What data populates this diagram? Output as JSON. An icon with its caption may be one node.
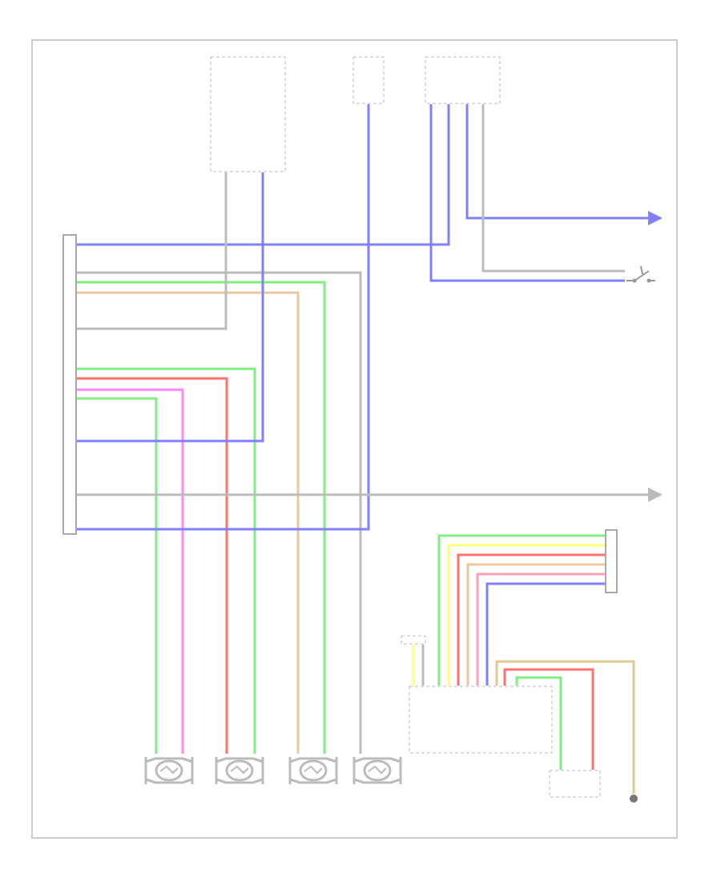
{
  "diagram": {
    "nodes": [
      {
        "text": [],
        "shape": "bar"
      },
      {
        "text": [],
        "shape": "box"
      },
      {
        "text": [],
        "shape": "box"
      },
      {
        "text": [],
        "shape": "box"
      },
      {
        "text": [],
        "shape": "switch"
      },
      {
        "text": [],
        "shape": "picture"
      },
      {
        "text": [],
        "shape": "picture"
      },
      {
        "text": [],
        "shape": "picture"
      },
      {
        "text": [],
        "shape": "picture"
      },
      {
        "text": [],
        "shape": "box"
      },
      {
        "text": [],
        "shape": "bar"
      },
      {
        "text": [],
        "shape": "box"
      },
      {
        "text": [],
        "shape": "circle"
      },
      {
        "text": [],
        "shape": "box"
      }
    ],
    "edges": [
      {
        "from": 0,
        "to": 5,
        "arrow": "none",
        "color": "#80ee80"
      },
      {
        "from": 0,
        "to": 5,
        "arrow": "none",
        "color": "#ff88ff"
      },
      {
        "from": 0,
        "to": 6,
        "arrow": "none",
        "color": "#ff7070"
      },
      {
        "from": 0,
        "to": 6,
        "arrow": "none",
        "color": "#80ee80"
      },
      {
        "from": 0,
        "to": 7,
        "arrow": "none",
        "color": "#e8c8a0"
      },
      {
        "from": 0,
        "to": 7,
        "arrow": "none",
        "color": "#80ee80"
      },
      {
        "from": 0,
        "to": 8,
        "arrow": "none",
        "color": "#bbbbbb"
      },
      {
        "from": 0,
        "to": 2,
        "arrow": "none",
        "color": "#8080ff"
      },
      {
        "from": 0,
        "to": 1,
        "arrow": "none",
        "color": "#8080ff"
      },
      {
        "from": 0,
        "to": 3,
        "arrow": "none",
        "color": "#8080ff"
      },
      {
        "from": 3,
        "to": null,
        "arrow": "to",
        "color": "#8080ff"
      },
      {
        "from": 3,
        "to": 4,
        "arrow": "none",
        "color": "#8080ff"
      },
      {
        "from": 3,
        "to": 4,
        "arrow": "none",
        "color": "#bbbbbb"
      },
      {
        "from": 0,
        "to": null,
        "arrow": "to",
        "color": "#bbbbbb"
      },
      {
        "from": 10,
        "to": 9,
        "arrow": "none",
        "color": "#80ee80"
      },
      {
        "from": 10,
        "to": 9,
        "arrow": "none",
        "color": "#ffff80"
      },
      {
        "from": 10,
        "to": 9,
        "arrow": "none",
        "color": "#ff7070"
      },
      {
        "from": 10,
        "to": 9,
        "arrow": "none",
        "color": "#e8c8a0"
      },
      {
        "from": 10,
        "to": 9,
        "arrow": "none",
        "color": "#ffa0b8"
      },
      {
        "from": 10,
        "to": 9,
        "arrow": "none",
        "color": "#8080ff"
      },
      {
        "from": 9,
        "to": 11,
        "arrow": "none",
        "color": "#80ee80"
      },
      {
        "from": 9,
        "to": 11,
        "arrow": "none",
        "color": "#ff7070"
      },
      {
        "from": 9,
        "to": 12,
        "arrow": "none",
        "color": "#e0c890"
      },
      {
        "from": 13,
        "to": 9,
        "arrow": "none",
        "color": "#ffff80"
      },
      {
        "from": 13,
        "to": 9,
        "arrow": "none",
        "color": "#bbbbbb"
      },
      {
        "from": 1,
        "to": 0,
        "arrow": "none",
        "color": "#bbbbbb"
      }
    ]
  }
}
